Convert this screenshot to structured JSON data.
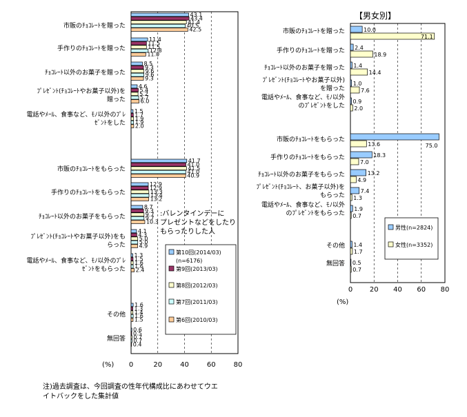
{
  "left_chart": {
    "categories": [
      [
        "市販のﾁｮｺﾚｰﾄを贈った"
      ],
      [
        "手作りのﾁｮｺﾚｰﾄを贈った"
      ],
      [
        "ﾁｮｺﾚｰﾄ以外のお菓子を贈った"
      ],
      [
        "ﾌﾟﾚｾﾞﾝﾄ(ﾁｮｺﾚｰﾄやお菓子以外)を",
        "贈った"
      ],
      [
        "電話やﾒｰﾙ、食事など、ﾓﾉ以外のﾌﾟﾚ",
        "ｾﾞﾝﾄをした"
      ],
      [
        "市販のﾁｮｺﾚｰﾄをもらった"
      ],
      [
        "手作りのﾁｮｺﾚｰﾄをもらった"
      ],
      [
        "ﾁｮｺﾚｰﾄ以外のお菓子をもらった"
      ],
      [
        "ﾌﾟﾚｾﾞﾝﾄ(ﾁｮｺﾚｰﾄやお菓子以外)をも",
        "らった"
      ],
      [
        "電話やﾒｰﾙ、食事など、ﾓﾉ以外のﾌﾟﾚ",
        "ｾﾞﾝﾄをもらった"
      ],
      [
        "その他"
      ],
      [
        "無回答"
      ]
    ],
    "series": [
      {
        "name": "第10回(2014/03)(n=6176)",
        "color": "#99ccff",
        "values": [
          43.1,
          12.4,
          8.5,
          4.6,
          1.5,
          41.7,
          12.9,
          8.7,
          4.1,
          1.3,
          1.6,
          0.6
        ]
      },
      {
        "name": "第9回(2013/03)",
        "color": "#993366",
        "values": [
          43.4,
          11.5,
          9.3,
          5.4,
          1.7,
          41.0,
          12.9,
          9.3,
          4.3,
          1.5,
          1.3,
          0.5
        ]
      },
      {
        "name": "第8回(2012/03)",
        "color": "#ffffcc",
        "values": [
          41.4,
          11.5,
          9.6,
          5.2,
          1.9,
          41.5,
          13.3,
          9.7,
          5.0,
          1.6,
          1.4,
          0.7
        ]
      },
      {
        "name": "第7回(2011/03)",
        "color": "#ccffff",
        "values": [
          40.5,
          12.8,
          9.6,
          5.7,
          1.9,
          41.0,
          13.4,
          9.7,
          5.0,
          1.6,
          1.6,
          0.7
        ]
      },
      {
        "name": "第6回(2010/03)",
        "color": "#ffcc99",
        "values": [
          42.5,
          11.0,
          9.3,
          6.0,
          2.0,
          40.9,
          13.2,
          10.3,
          4.9,
          2.4,
          1.5,
          0.4
        ]
      }
    ],
    "value_labels": [
      [
        "43.1",
        "43.4",
        "41.4",
        "40.5",
        "42.5"
      ],
      [
        "11.4",
        "11.5",
        "11.5",
        "12.8",
        "11.0"
      ],
      [
        "8.5",
        "9.3",
        "9.6",
        "9.6",
        "9.3"
      ],
      [
        "4.6",
        "5.4",
        "5.2",
        "5.7",
        "6.0"
      ],
      [
        "1.5",
        "1.7",
        "1.9",
        "1.9",
        "2.0"
      ],
      [
        "41.7",
        "41.0",
        "41.5",
        "41.0",
        "40.9"
      ],
      [
        "12.9",
        "12.9",
        "13.3",
        "13.4",
        "13.2"
      ],
      [
        "8.7",
        "9.3",
        "9.7",
        "9.7",
        "10.3"
      ],
      [
        "4.1",
        "4.3",
        "5.0",
        "5.0",
        "4.9"
      ],
      [
        "1.3",
        "1.5",
        "1.6",
        "1.6",
        "2.4"
      ],
      [
        "1.6",
        "1.3",
        "1.4",
        "1.6",
        "1.5"
      ],
      [
        "0.6",
        "0.5",
        "0.7",
        "0.7",
        "0.4"
      ]
    ],
    "xlim": [
      0,
      80
    ],
    "xticks": [
      "0",
      "20",
      "40",
      "60",
      "80"
    ],
    "unit": "(%)",
    "annotation": [
      ":バレンタインデーに",
      "プレゼントなどをしたり",
      "もらったりした人"
    ]
  },
  "right_chart": {
    "title": "【男女別】",
    "categories": [
      [
        "市販のﾁｮｺﾚｰﾄを贈った"
      ],
      [
        "手作りのﾁｮｺﾚｰﾄを贈った"
      ],
      [
        "ﾁｮｺﾚｰﾄ以外のお菓子を贈った"
      ],
      [
        "ﾌﾟﾚｾﾞﾝﾄ(ﾁｮｺﾚｰﾄやお菓子以外)",
        "を贈った"
      ],
      [
        "電話やﾒｰﾙ、食事など、ﾓﾉ以外",
        "のﾌﾟﾚｾﾞﾝﾄをした"
      ],
      [
        "市販のﾁｮｺﾚｰﾄをもらった"
      ],
      [
        "手作りのﾁｮｺﾚｰﾄをもらった"
      ],
      [
        "ﾁｮｺﾚｰﾄ以外のお菓子をもらった"
      ],
      [
        "ﾌﾟﾚｾﾞﾝﾄ(ﾁｮｺﾚｰﾄ、お菓子以外)を",
        "もらった"
      ],
      [
        "電話やﾒｰﾙ、食事など、ﾓﾉ以外",
        "のﾌﾟﾚｾﾞﾝﾄをもらった"
      ],
      [
        "その他"
      ],
      [
        "無回答"
      ]
    ],
    "series": [
      {
        "name": "男性(n=2824)",
        "color": "#99ccff",
        "values": [
          10.0,
          2.4,
          1.4,
          1.0,
          0.9,
          75.0,
          18.3,
          13.2,
          7.4,
          1.9,
          1.4,
          0.5
        ]
      },
      {
        "name": "女性(n=3352)",
        "color": "#ffffcc",
        "values": [
          71.1,
          18.9,
          14.4,
          7.6,
          2.0,
          13.6,
          7.0,
          4.9,
          1.3,
          0.7,
          1.7,
          0.7
        ]
      }
    ],
    "value_labels": [
      [
        "10.0",
        "71.1"
      ],
      [
        "2.4",
        "18.9"
      ],
      [
        "1.4",
        "14.4"
      ],
      [
        "1.0",
        "7.6"
      ],
      [
        "0.9",
        "2.0"
      ],
      [
        "75.0",
        "13.6"
      ],
      [
        "18.3",
        "7.0"
      ],
      [
        "13.2",
        "4.9"
      ],
      [
        "7.4",
        "1.3"
      ],
      [
        "1.9",
        "0.7"
      ],
      [
        "1.4",
        "1.7"
      ],
      [
        "0.5",
        "0.7"
      ]
    ],
    "xlim": [
      0,
      80
    ],
    "xticks": [
      "0",
      "20",
      "40",
      "60",
      "80"
    ],
    "unit": "(%)"
  },
  "note": [
    "注)過去調査は、今回調査の性年代構成比にあわせてウエ",
    "イトバックをした集計値"
  ]
}
